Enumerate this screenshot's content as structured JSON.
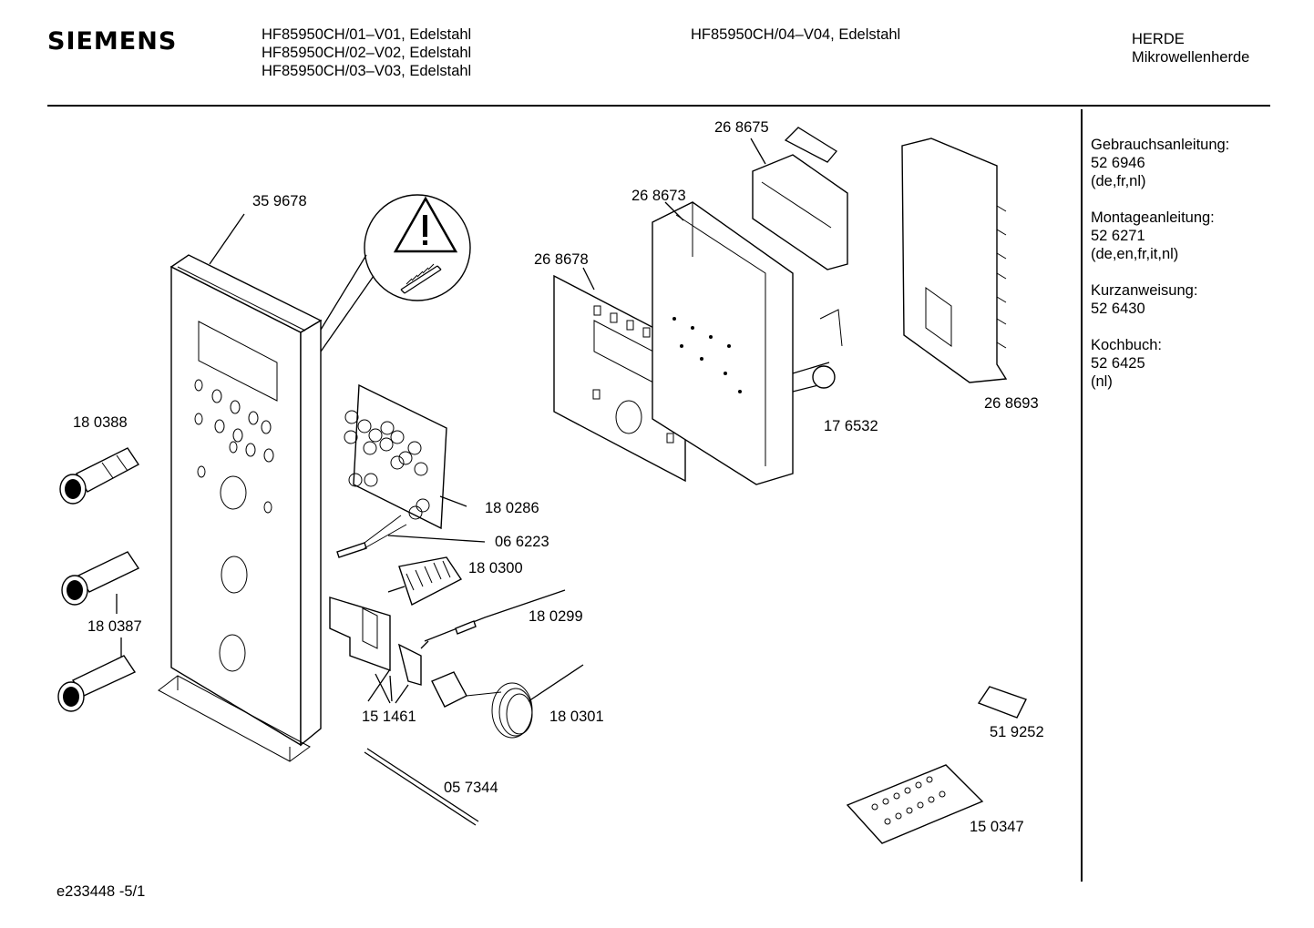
{
  "header": {
    "brand": "SIEMENS",
    "models_left": [
      "HF85950CH/01–V01, Edelstahl",
      "HF85950CH/02–V02, Edelstahl",
      "HF85950CH/03–V03, Edelstahl"
    ],
    "models_mid": "HF85950CH/04–V04, Edelstahl",
    "category": "HERDE",
    "subcategory": "Mikrowellenherde"
  },
  "documents": [
    {
      "title": "Gebrauchsanleitung:",
      "number": "52 6946",
      "languages": "(de,fr,nl)"
    },
    {
      "title": "Montageanleitung:",
      "number": "52 6271",
      "languages": "(de,en,fr,it,nl)"
    },
    {
      "title": "Kurzanweisung:",
      "number": "52 6430",
      "languages": ""
    },
    {
      "title": "Kochbuch:",
      "number": "52 6425",
      "languages": "(nl)"
    }
  ],
  "parts": {
    "p359678": "35 9678",
    "p180388": "18 0388",
    "p180387": "18 0387",
    "p180286": "18 0286",
    "p066223": "06 6223",
    "p180300": "18 0300",
    "p180299": "18 0299",
    "p151461": "15 1461",
    "p180301": "18 0301",
    "p057344": "05 7344",
    "p268675": "26 8675",
    "p268673": "26 8673",
    "p268678": "26 8678",
    "p176532": "17 6532",
    "p268693": "26 8693",
    "p519252": "51 9252",
    "p150347": "15 0347"
  },
  "footer": {
    "drawing_id": "e233448 -5/1"
  }
}
